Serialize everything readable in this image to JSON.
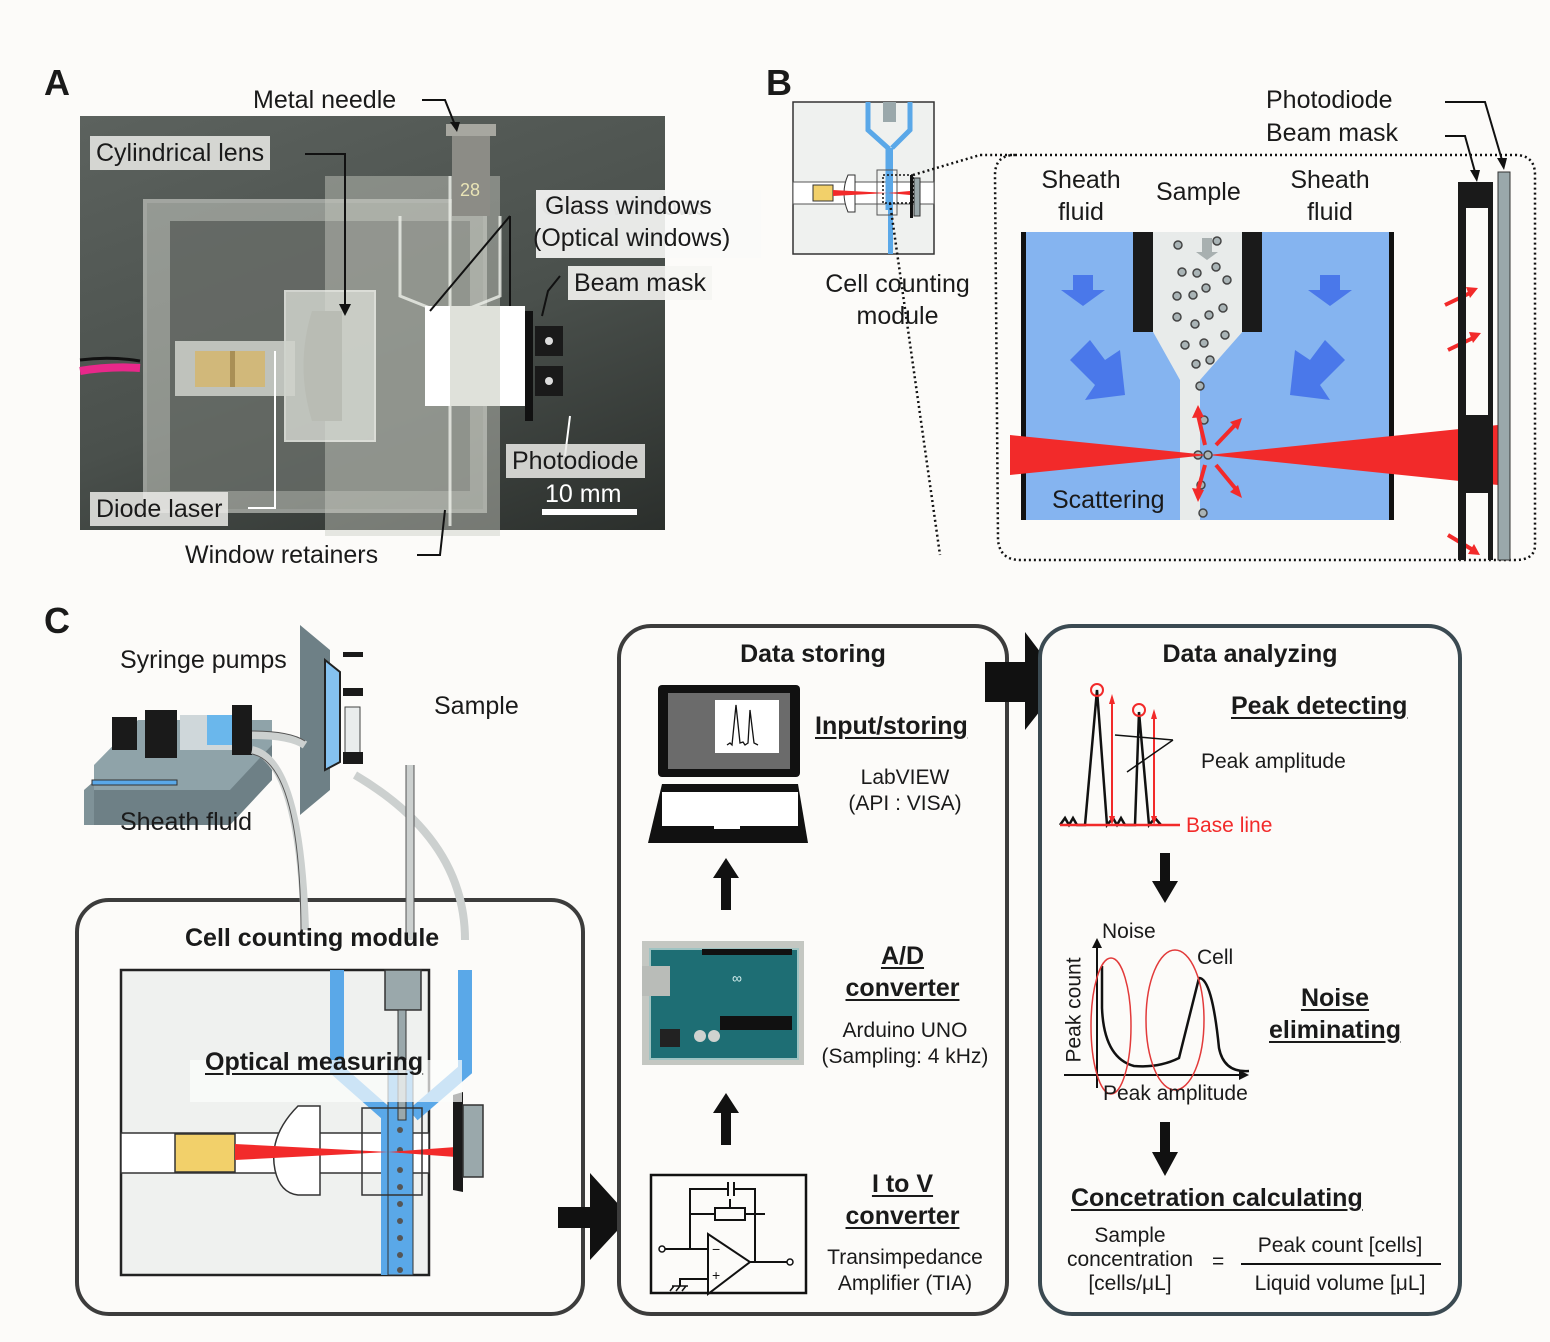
{
  "panels": {
    "A": {
      "letter": "A",
      "labels": {
        "metal_needle": "Metal needle",
        "cylindrical_lens": "Cylindrical lens",
        "glass_windows": "Glass windows",
        "optical_windows": "(Optical windows)",
        "beam_mask": "Beam mask",
        "photodiode": "Photodiode",
        "scale_bar": "10 mm",
        "diode_laser": "Diode laser",
        "window_retainers": "Window retainers",
        "needle_gauge": "28"
      }
    },
    "B": {
      "letter": "B",
      "labels": {
        "photodiode": "Photodiode",
        "beam_mask": "Beam mask",
        "sheath_fluid_left_1": "Sheath",
        "sheath_fluid_left_2": "fluid",
        "sample": "Sample",
        "sheath_fluid_right_1": "Sheath",
        "sheath_fluid_right_2": "fluid",
        "cell_counting_1": "Cell counting",
        "cell_counting_2": "module",
        "scattering": "Scattering"
      }
    },
    "C": {
      "letter": "C",
      "labels": {
        "syringe_pumps": "Syringe pumps",
        "sample": "Sample",
        "sheath_fluid": "Sheath fluid",
        "cell_counting_module": "Cell counting module",
        "optical_measuring": "Optical measuring"
      },
      "data_storing": {
        "title": "Data storing",
        "input_storing": "Input/storing",
        "labview": "LabVIEW",
        "api": "(API : VISA)",
        "ad_1": "A/D",
        "ad_2": "converter",
        "arduino": "Arduino UNO",
        "sampling": "(Sampling: 4 kHz)",
        "itov_1": "I to V",
        "itov_2": "converter",
        "tia_1": "Transimpedance",
        "tia_2": "Amplifier (TIA)"
      },
      "data_analyzing": {
        "title": "Data analyzing",
        "peak_detecting": "Peak detecting",
        "peak_amplitude": "Peak amplitude",
        "base_line": "Base line",
        "noise": "Noise",
        "cell": "Cell",
        "peak_count_axis": "Peak count",
        "peak_amplitude_axis": "Peak amplitude",
        "noise_eliminating_1": "Noise",
        "noise_eliminating_2": "eliminating",
        "concentration_calculating": "Concetration calculating",
        "lhs_1": "Sample",
        "lhs_2": "concentration",
        "lhs_3": "[cells/μL]",
        "equals": "=",
        "numerator": "Peak count [cells]",
        "denominator": "Liquid volume [μL]"
      }
    }
  },
  "colors": {
    "laser_red": "#f22a2a",
    "fluid_blue": "#85b4f0",
    "arrow_blue": "#4a78ea",
    "channel_blue": "#5aa8e8",
    "grey_part": "#9aa8ab",
    "lens_yellow": "#f2d06a"
  }
}
